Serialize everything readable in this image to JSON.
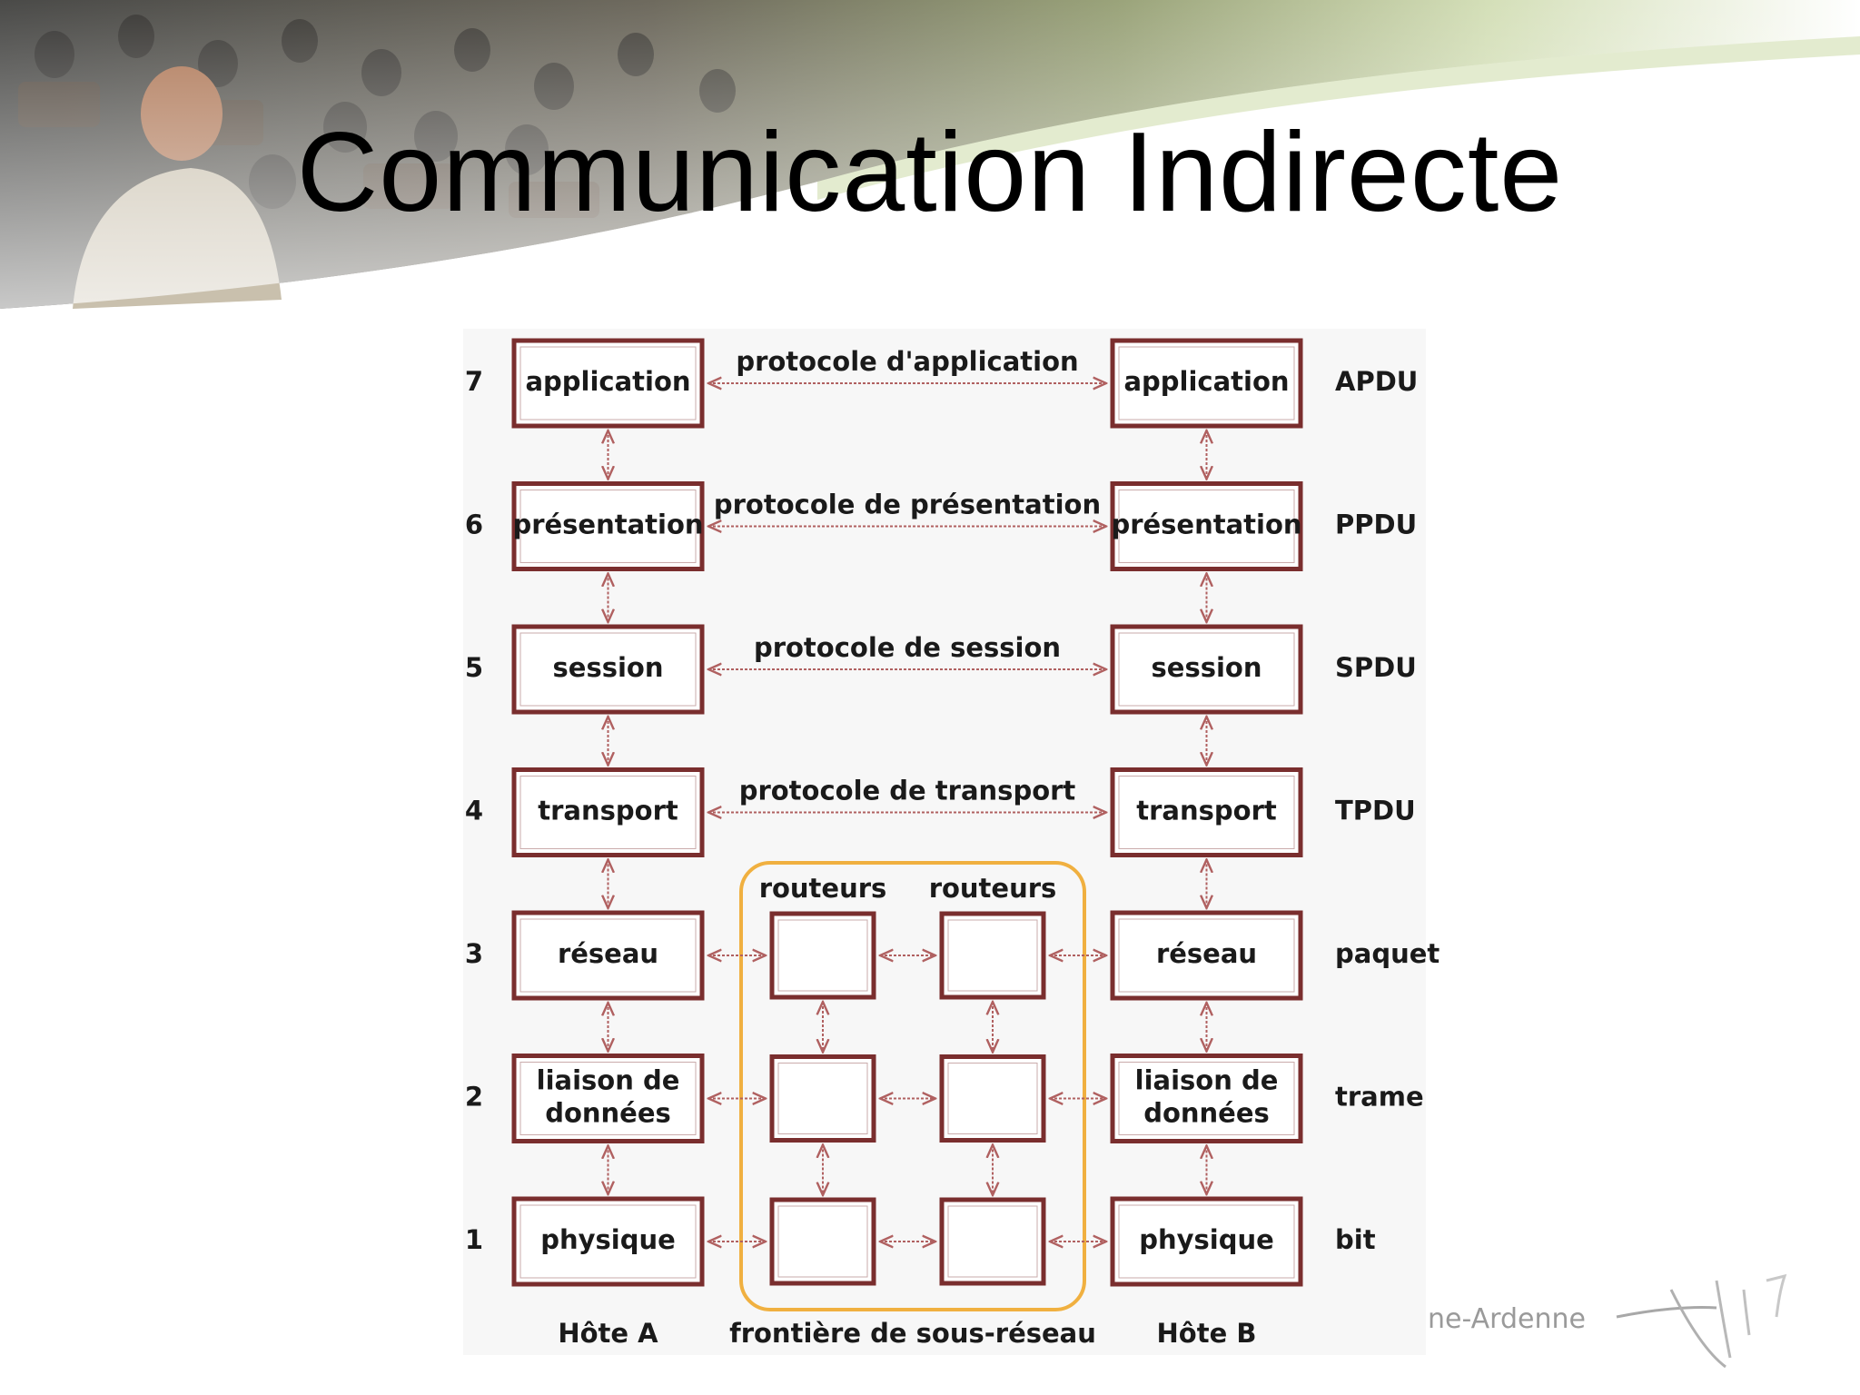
{
  "slide": {
    "title": "Communication Indirecte"
  },
  "diagram": {
    "layers": [
      {
        "num": "7",
        "name_left": [
          "application"
        ],
        "name_right": [
          "application"
        ],
        "protocol": "protocole d'application",
        "unit": "APDU"
      },
      {
        "num": "6",
        "name_left": [
          "présentation"
        ],
        "name_right": [
          "présentation"
        ],
        "protocol": "protocole de présentation",
        "unit": "PPDU"
      },
      {
        "num": "5",
        "name_left": [
          "session"
        ],
        "name_right": [
          "session"
        ],
        "protocol": "protocole de session",
        "unit": "SPDU"
      },
      {
        "num": "4",
        "name_left": [
          "transport"
        ],
        "name_right": [
          "transport"
        ],
        "protocol": "protocole de transport",
        "unit": "TPDU"
      },
      {
        "num": "3",
        "name_left": [
          "réseau"
        ],
        "name_right": [
          "réseau"
        ],
        "protocol": "",
        "unit": "paquet"
      },
      {
        "num": "2",
        "name_left": [
          "liaison de",
          "données"
        ],
        "name_right": [
          "liaison de",
          "données"
        ],
        "protocol": "",
        "unit": "trame"
      },
      {
        "num": "1",
        "name_left": [
          "physique"
        ],
        "name_right": [
          "physique"
        ],
        "protocol": "",
        "unit": "bit"
      }
    ],
    "router_labels": [
      "routeurs",
      "routeurs"
    ],
    "host_a": "Hôte A",
    "host_b": "Hôte B",
    "subnet_boundary": "frontière de sous-réseau",
    "colors": {
      "box_border": "#7a2e2e",
      "arrow": "#b06060",
      "subnet_border": "#f0b040"
    }
  },
  "logo": {
    "text": "ne-Ardenne"
  }
}
